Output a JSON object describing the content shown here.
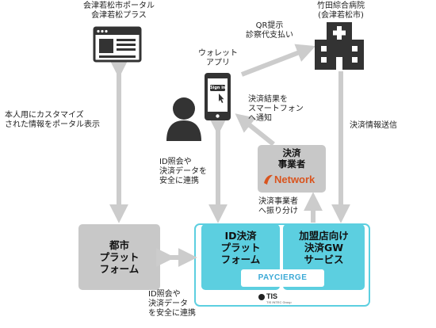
{
  "portal": {
    "line1": "会津若松市ポータル",
    "line2": "会津若松プラス"
  },
  "hospital": {
    "line1": "竹田綜合病院",
    "line2": "(会津若松市)"
  },
  "qr": {
    "line1": "QR提示",
    "line2": "診察代支払い"
  },
  "wallet": {
    "line1": "ウォレット",
    "line2": "アプリ",
    "signin": "Sign in"
  },
  "portal_edge": {
    "line1": "本人用にカスタマイズ",
    "line2": "された情報をポータル表示"
  },
  "result_notice": {
    "line1": "決済結果を",
    "line2": "スマートフォン",
    "line3": "へ通知"
  },
  "payment_info": "決済情報送信",
  "id_edge_top": {
    "line1": "ID照会や",
    "line2": "決済データを",
    "line3": "安全に連携"
  },
  "payment_provider": {
    "line1": "決済",
    "line2": "事業者",
    "logo_text": "Network",
    "logo_color": "#d9541e"
  },
  "distribution": {
    "line1": "決済事業者",
    "line2": "へ振り分け"
  },
  "city_platform": {
    "line1": "都市",
    "line2": "プラット",
    "line3": "フォーム"
  },
  "id_platform": {
    "line1": "ID決済",
    "line2": "プラット",
    "line3": "フォーム"
  },
  "gw_service": {
    "line1": "加盟店向け",
    "line2": "決済GW",
    "line3": "サービス"
  },
  "payconcierge": "PAYCIERGE",
  "tis": {
    "name": "TIS",
    "sub": "TIS INTEC Group"
  },
  "id_edge_bottom": {
    "line1": "ID照会や",
    "line2": "決済データ",
    "line3": "を安全に連携"
  },
  "colors": {
    "accent": "#5ccfe0",
    "gray_box": "#c8c8c8",
    "arrow": "#cccccc",
    "icon": "#333333"
  }
}
